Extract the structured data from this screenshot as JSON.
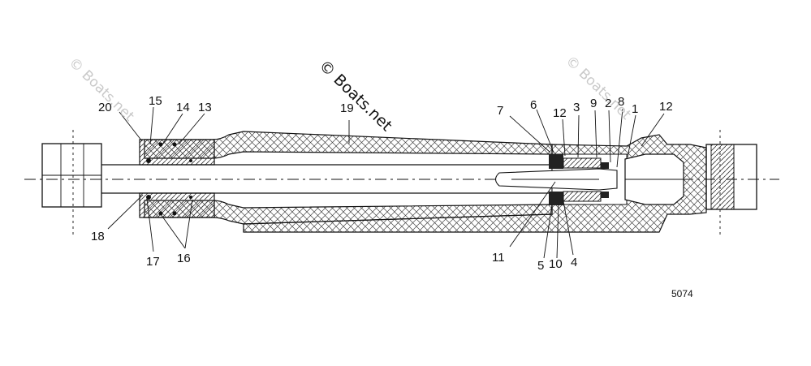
{
  "diagram": {
    "callouts": [
      "20",
      "15",
      "14",
      "13",
      "19",
      "7",
      "6",
      "12",
      "3",
      "9",
      "2",
      "8",
      "1",
      "12",
      "18",
      "17",
      "16",
      "11",
      "5",
      "10",
      "4"
    ],
    "figure_number": "5074",
    "watermarks": [
      "© Boats.net",
      "© Boats.net",
      "© Boats.net"
    ]
  }
}
